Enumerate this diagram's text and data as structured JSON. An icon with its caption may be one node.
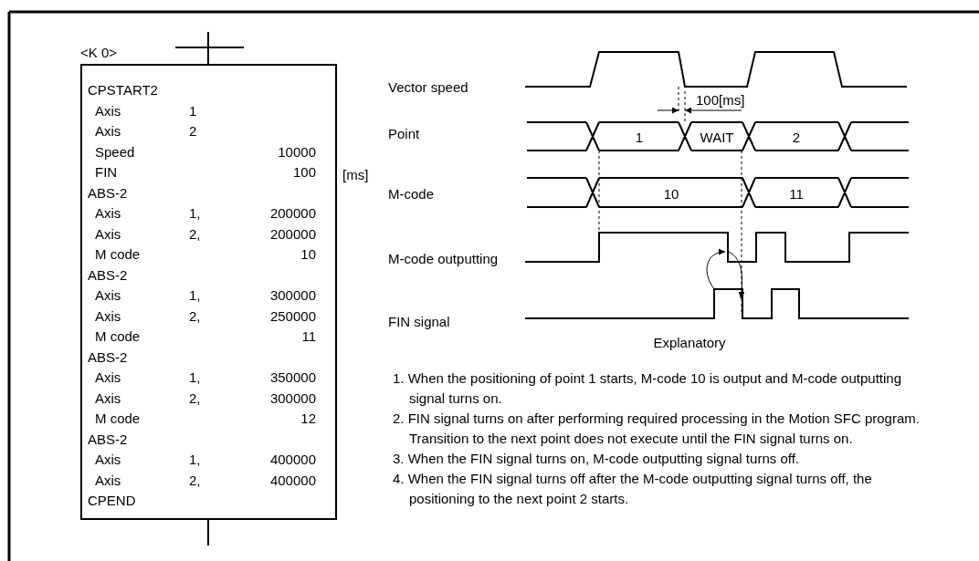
{
  "diagram": {
    "caption": "Explanatory",
    "nodes": [
      {
        "text": [
          "CPSTART2",
          "Axis",
          "1",
          "Axis",
          "2",
          "Speed",
          "10000",
          "FIN",
          "100",
          "ABS-2",
          "Axis",
          "1,",
          "200000",
          "Axis",
          "2,",
          "200000",
          "M code",
          "10",
          "ABS-2",
          "Axis",
          "1,",
          "300000",
          "Axis",
          "2,",
          "250000",
          "M code",
          "11",
          "ABS-2",
          "Axis",
          "1,",
          "350000",
          "Axis",
          "2,",
          "300000",
          "M code",
          "12",
          "ABS-2",
          "Axis",
          "1,",
          "400000",
          "Axis",
          "2,",
          "400000",
          "CPEND"
        ],
        "beside": [
          "<K 0>"
        ]
      }
    ],
    "edges": [],
    "labels": [
      "Vector speed",
      "100[ms]",
      "Point",
      "1",
      "WAIT",
      "2",
      "[ms]",
      "M-code",
      "10",
      "11",
      "M-code outputting",
      "FIN signal",
      "1. When the positioning of point 1 starts, M-code 10 is output and M-code outputting signal turns on.",
      "2. FIN signal turns on after performing required processing in the Motion SFC program.",
      "Transition to the next point does not execute until the FIN signal turns on.",
      "3. When the FIN signal turns on, M-code outputting signal turns off.",
      "4. When the FIN signal turns off after the M-code outputting signal turns off, the positioning to the next point 2 starts."
    ]
  }
}
